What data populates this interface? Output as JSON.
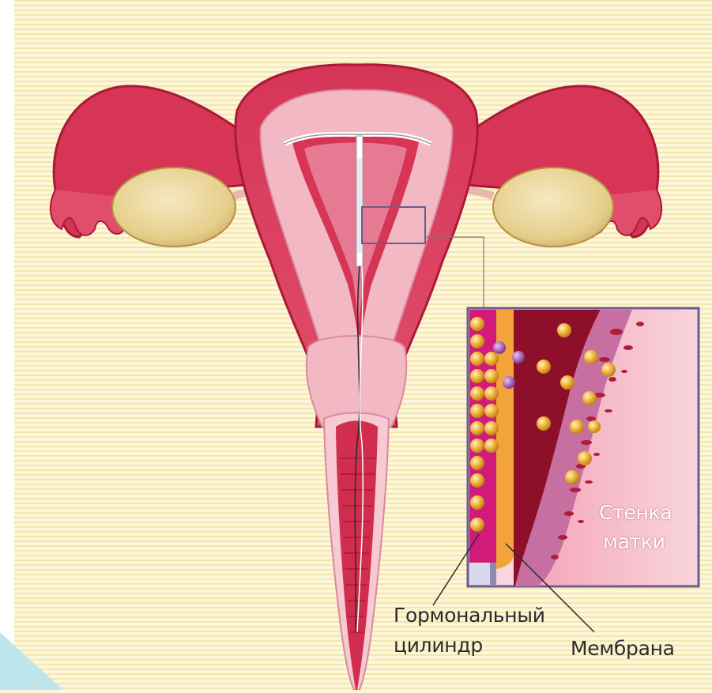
{
  "labels": {
    "uterine_wall_line1": "Стенка",
    "uterine_wall_line2": "матки",
    "hormone_cylinder_line1": "Гормональный",
    "hormone_cylinder_line2": "цилиндр",
    "membrane": "Мембрана"
  },
  "colors": {
    "background": "#fdf6d8",
    "stripe": "#f3e7b0",
    "tissue_outer": "#d6375a",
    "tissue_dark": "#b01c3c",
    "tissue_pink": "#f2b8c4",
    "tissue_light": "#f8d6dd",
    "ovary": "#ecd79c",
    "hormone_granule": "#f2b63c",
    "hormone_cylinder": "#d11a7a",
    "membrane": "#f2a43a",
    "inset_border": "#6d5a8c"
  }
}
